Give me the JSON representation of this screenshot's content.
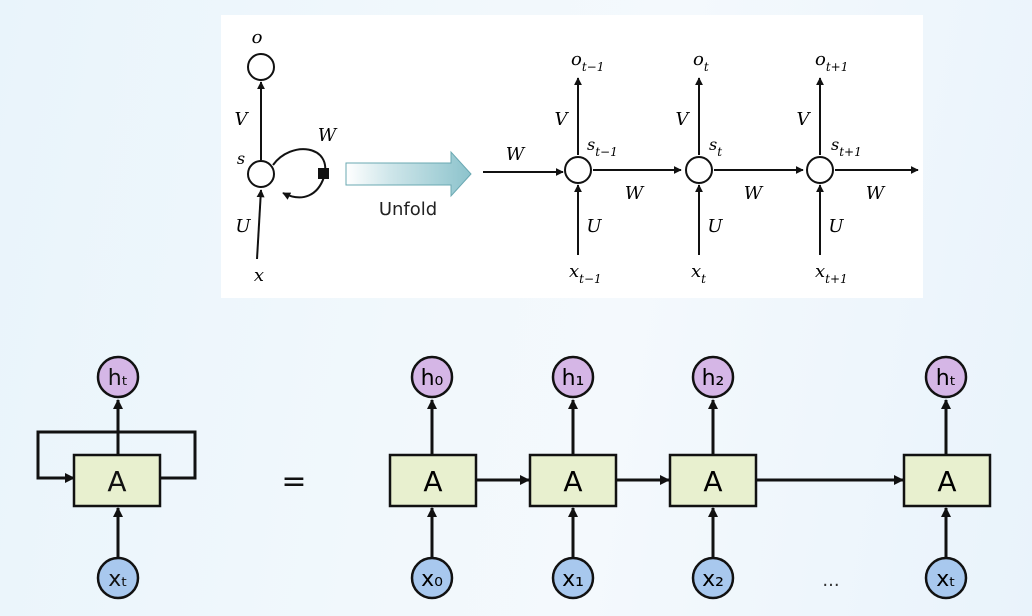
{
  "top": {
    "folded": {
      "output": "o",
      "state": "s",
      "input": "x",
      "w_out": "V",
      "w_in": "U",
      "w_rec": "W"
    },
    "unfold_label": "Unfold",
    "unrolled_steps": [
      {
        "o": "o",
        "o_sub": "t−1",
        "s": "s",
        "s_sub": "t−1",
        "x": "x",
        "x_sub": "t−1"
      },
      {
        "o": "o",
        "o_sub": "t",
        "s": "s",
        "s_sub": "t",
        "x": "x",
        "x_sub": "t"
      },
      {
        "o": "o",
        "o_sub": "t+1",
        "s": "s",
        "s_sub": "t+1",
        "x": "x",
        "x_sub": "t+1"
      }
    ],
    "weights": {
      "in": "U",
      "out": "V",
      "rec": "W"
    }
  },
  "bottom": {
    "equals": "=",
    "cell_label": "A",
    "folded": {
      "h": "hₜ",
      "x": "xₜ"
    },
    "unrolled": [
      {
        "h": "h₀",
        "x": "x₀"
      },
      {
        "h": "h₁",
        "x": "x₁"
      },
      {
        "h": "h₂",
        "x": "x₂"
      },
      {
        "h": "hₜ",
        "x": "xₜ"
      }
    ],
    "ellipsis": "...",
    "colors": {
      "cell_fill": "#e8f0cf",
      "h_fill": "#d5b6e6",
      "x_fill": "#a8c8ee",
      "stroke": "#111111"
    }
  }
}
